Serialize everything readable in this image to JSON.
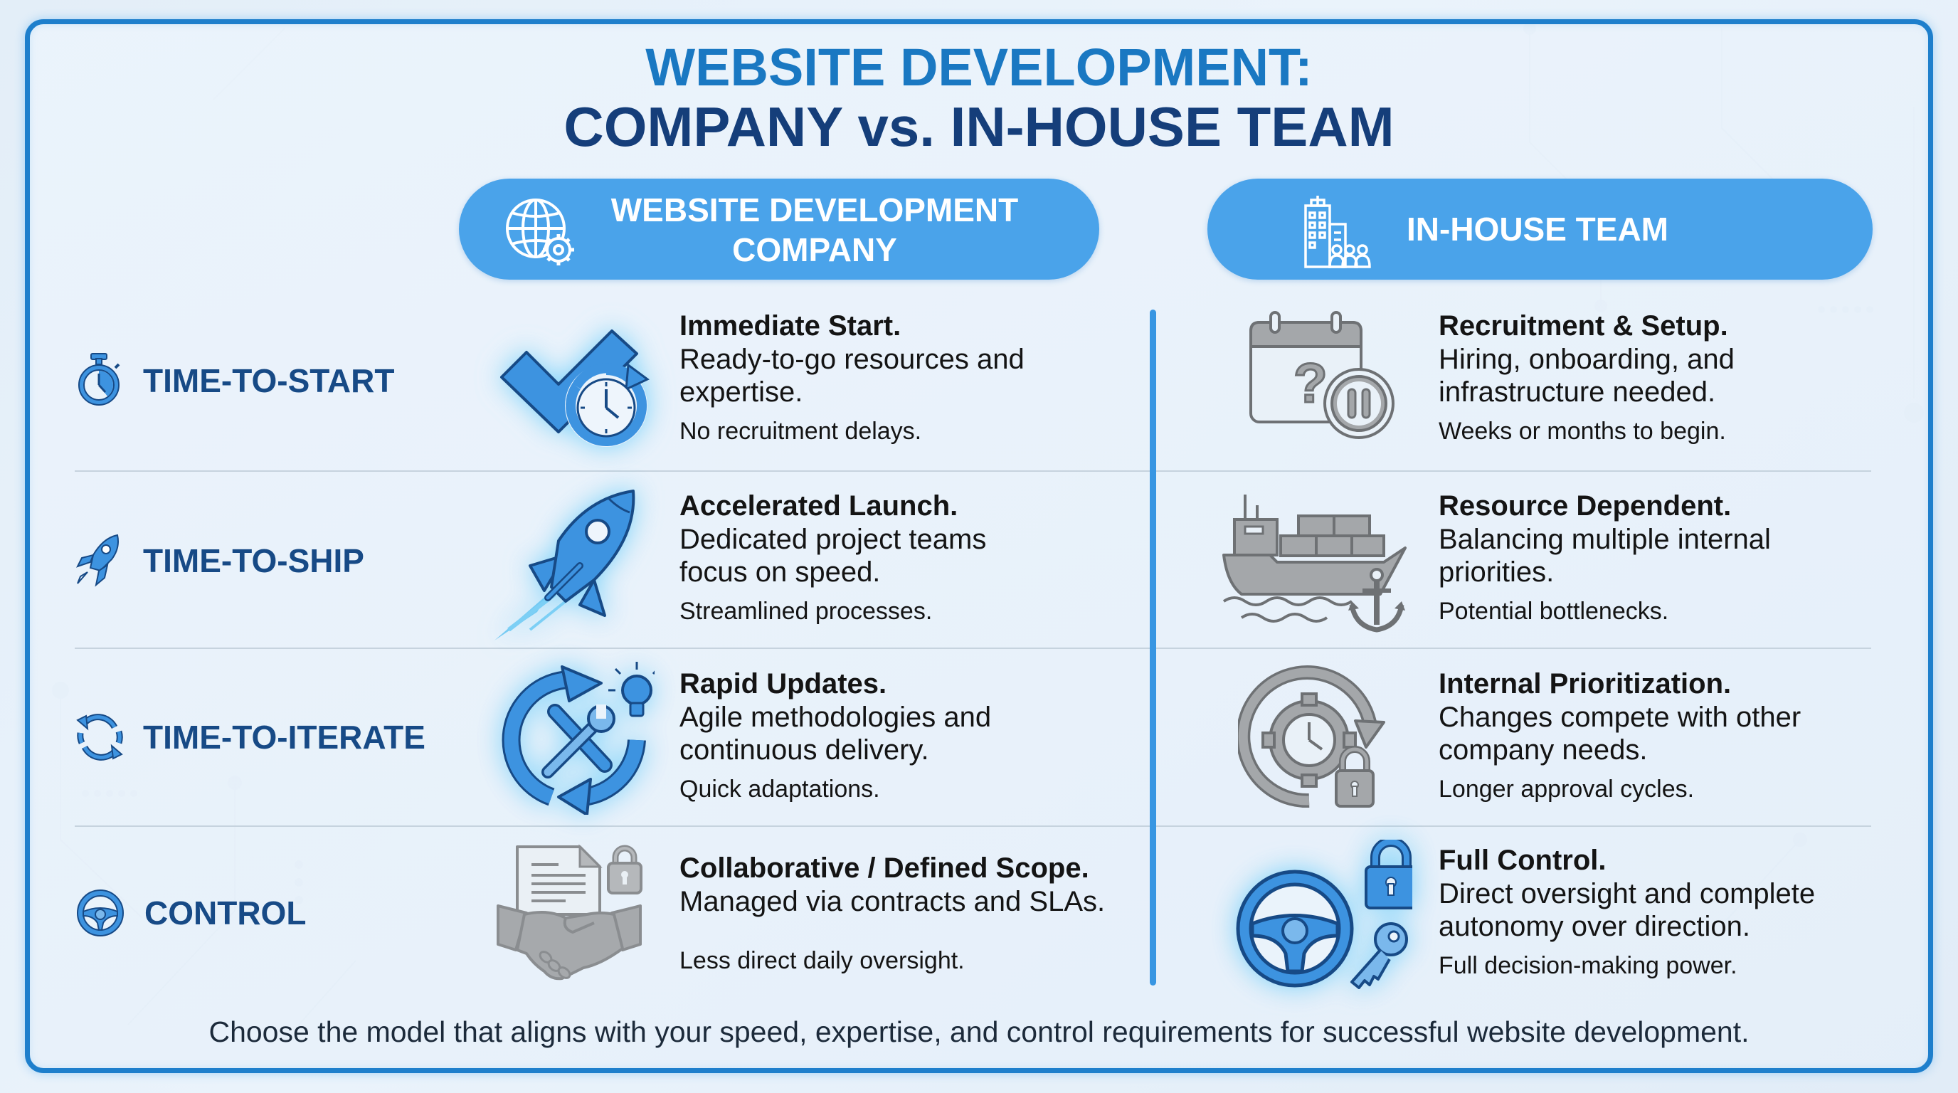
{
  "title": {
    "line1": "WEBSITE DEVELOPMENT:",
    "line2": "COMPANY vs. IN-HOUSE TEAM"
  },
  "columns": {
    "company": {
      "label_line1": "WEBSITE DEVELOPMENT",
      "label_line2": "COMPANY",
      "icon": "globe-gear-icon"
    },
    "inhouse": {
      "label": "IN-HOUSE TEAM",
      "icon": "building-team-icon"
    }
  },
  "rows": [
    {
      "label": "TIME-TO-START",
      "label_icon": "stopwatch-icon",
      "company": {
        "icon": "checkmark-clock-icon",
        "head": "Immediate Start.",
        "body_line1": "Ready-to-go resources and",
        "body_line2": "expertise.",
        "note": "No recruitment delays."
      },
      "inhouse": {
        "icon": "calendar-question-pause-icon",
        "head": "Recruitment & Setup.",
        "body_line1": "Hiring, onboarding, and",
        "body_line2": "infrastructure needed.",
        "note": "Weeks or months to begin."
      }
    },
    {
      "label": "TIME-TO-SHIP",
      "label_icon": "rocket-icon",
      "company": {
        "icon": "rocket-launch-icon",
        "head": "Accelerated Launch.",
        "body_line1": "Dedicated project teams",
        "body_line2": "focus on speed.",
        "note": "Streamlined processes."
      },
      "inhouse": {
        "icon": "cargo-ship-anchor-icon",
        "head": "Resource Dependent.",
        "body_line1": "Balancing multiple internal",
        "body_line2": "priorities.",
        "note": "Potential bottlenecks."
      }
    },
    {
      "label": "TIME-TO-ITERATE",
      "label_icon": "refresh-cycle-icon",
      "company": {
        "icon": "cycle-tools-lightbulb-icon",
        "head": "Rapid Updates.",
        "body_line1": "Agile methodologies and",
        "body_line2": "continuous delivery.",
        "note": "Quick adaptations."
      },
      "inhouse": {
        "icon": "gear-clock-lock-icon",
        "head": "Internal Prioritization.",
        "body_line1": "Changes compete with other",
        "body_line2": "company needs.",
        "note": "Longer approval cycles."
      }
    },
    {
      "label": "CONTROL",
      "label_icon": "steering-wheel-icon",
      "company": {
        "icon": "contract-handshake-lock-icon",
        "head": "Collaborative / Defined Scope.",
        "body_line1": "Managed via contracts and SLAs.",
        "body_line2": "",
        "note": "Less direct daily oversight."
      },
      "inhouse": {
        "icon": "steering-wheel-lock-key-icon",
        "head": "Full Control.",
        "body_line1": "Direct oversight and complete",
        "body_line2": "autonomy over direction.",
        "note": "Full decision-making power."
      }
    }
  ],
  "footer": "Choose the model that aligns with your speed, expertise, and control requirements for successful website development.",
  "colors": {
    "frame_border": "#1e7fcc",
    "title_primary": "#1a78c2",
    "title_secondary": "#153e7a",
    "pill_bg": "#4aa3ea",
    "label_text": "#174a86",
    "icon_blue": "#3d93e0",
    "icon_gray": "#8f9296",
    "divider": "#3896e2"
  }
}
